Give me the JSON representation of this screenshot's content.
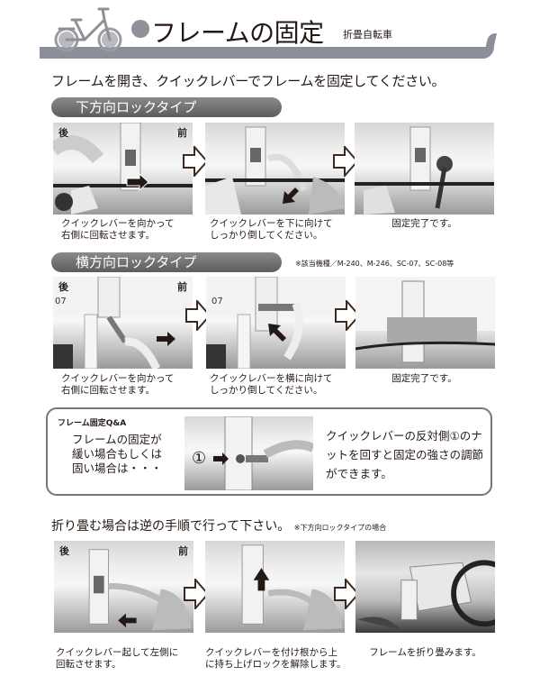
{
  "header": {
    "title": "フレームの固定",
    "subtitle": "折畳自転車",
    "bike_icon": "folding-bike-icon"
  },
  "intro": "フレームを開き、クイックレバーでフレームを固定してください。",
  "sections": [
    {
      "label": "下方向ロックタイプ",
      "note": "",
      "steps": [
        {
          "corner_left": "後",
          "corner_right": "前",
          "caption": [
            "クイックレバーを向かって",
            "右側に回転させます。"
          ],
          "arrow": "right"
        },
        {
          "corner_left": "",
          "corner_right": "",
          "caption": [
            "クイックレバーを下に向けて",
            "しっかり倒してください。"
          ],
          "arrow": "down-left"
        },
        {
          "corner_left": "",
          "corner_right": "",
          "caption": [
            "固定完了です。"
          ],
          "arrow": ""
        }
      ]
    },
    {
      "label": "横方向ロックタイプ",
      "note": "※該当機種／M-240、M-246、SC-07、SC-08等",
      "steps": [
        {
          "corner_left": "後",
          "corner_right": "前",
          "caption": [
            "クイックレバーを向かって",
            "右側に回転させます。"
          ],
          "arrow": "right"
        },
        {
          "corner_left": "",
          "corner_right": "",
          "caption": [
            "クイックレバーを横に向けて",
            "しっかり倒してください。"
          ],
          "arrow": "up-left"
        },
        {
          "corner_left": "",
          "corner_right": "",
          "caption": [
            "固定完了です。"
          ],
          "arrow": ""
        }
      ]
    }
  ],
  "qa": {
    "title": "フレーム固定Q&A",
    "question": [
      "フレームの固定が",
      "緩い場合もしくは",
      "固い場合は・・・"
    ],
    "photo_marker": "①",
    "answer": [
      "クイックレバーの反対側①のナ",
      "ットを回すと固定の強さの調節",
      "ができます。"
    ]
  },
  "fold": {
    "text": "折り畳む場合は逆の手順で行って下さい。",
    "note": "※下方向ロックタイプの場合",
    "steps": [
      {
        "corner_left": "後",
        "corner_right": "前",
        "caption": [
          "クイックレバー起して左側に",
          "回転させます。"
        ],
        "arrow": "left"
      },
      {
        "corner_left": "",
        "corner_right": "",
        "caption": [
          "クイックレバーを付け根から上",
          "に持ち上げロックを解除します。"
        ],
        "arrow": "up"
      },
      {
        "corner_left": "",
        "corner_right": "",
        "caption": [
          "フレームを折り畳みます。"
        ],
        "arrow": ""
      }
    ]
  }
}
